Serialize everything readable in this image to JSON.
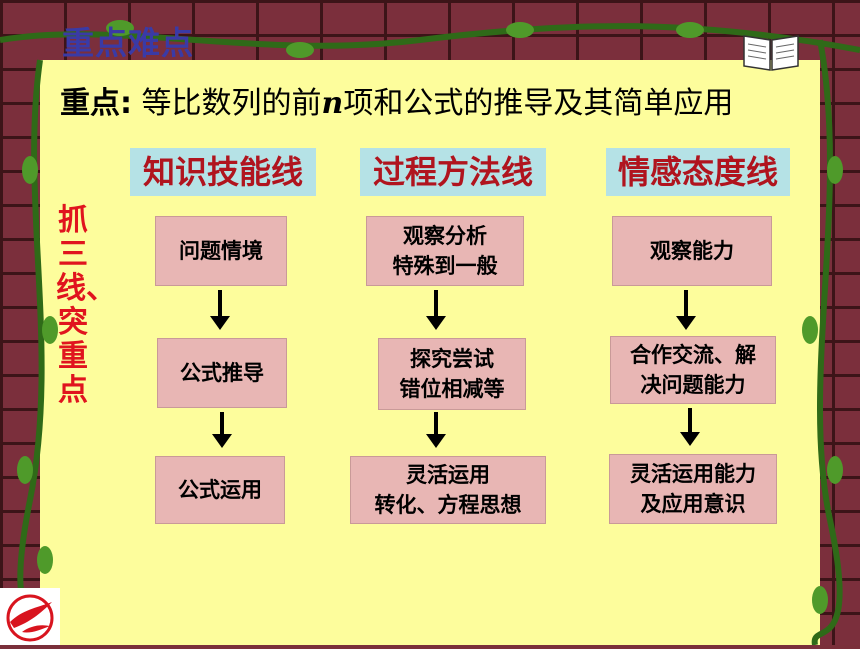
{
  "header": {
    "title": "重点难点"
  },
  "key_point": {
    "label": "重点:",
    "text_before": "等比数列的前",
    "variable": "n",
    "text_after": "项和公式的推导及其简单应用"
  },
  "side_label": {
    "text": "抓三线、突重点"
  },
  "columns": [
    {
      "heading": "知识技能线",
      "steps": [
        "问题情境",
        "公式推导",
        "公式运用"
      ]
    },
    {
      "heading": "过程方法线",
      "steps": [
        "观察分析\n特殊到一般",
        "探究尝试\n错位相减等",
        "灵活运用\n转化、方程思想"
      ]
    },
    {
      "heading": "情感态度线",
      "steps": [
        "观察能力",
        "合作交流、解\n决问题能力",
        "灵活运用能力\n及应用意识"
      ]
    }
  ],
  "colors": {
    "panel": "#fdfd9c",
    "heading_bg": "#b5e2e6",
    "heading_text": "#b0141e",
    "box": "#e8b6b4",
    "side_text": "#e0141e"
  }
}
